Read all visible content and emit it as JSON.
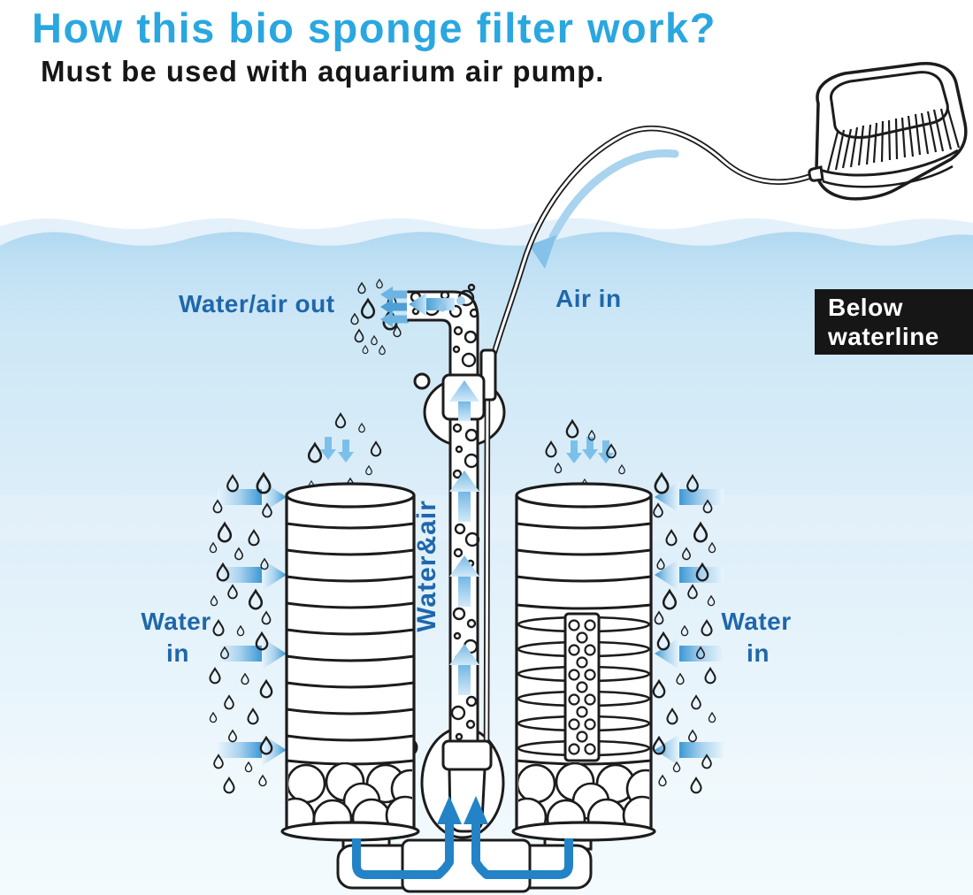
{
  "header": {
    "title": "How this bio sponge filter work?",
    "subtitle": "Must be used with aquarium air pump."
  },
  "labels": {
    "water_air_out": "Water/air out",
    "air_in": "Air in",
    "water_and_air": "Water&air",
    "water_in": {
      "line1": "Water",
      "line2": "in"
    },
    "below_waterline": {
      "line1": "Below",
      "line2": "waterline"
    }
  },
  "colors": {
    "title": "#2aa7e0",
    "subtitle": "#161616",
    "label": "#1f67ab",
    "flow": "#2383c6",
    "arrow_head": "#3d98d3",
    "badge_bg": "#161616",
    "badge_text": "#ffffff",
    "outline": "#1c1c1c",
    "water_front": "#b7dcf2"
  }
}
